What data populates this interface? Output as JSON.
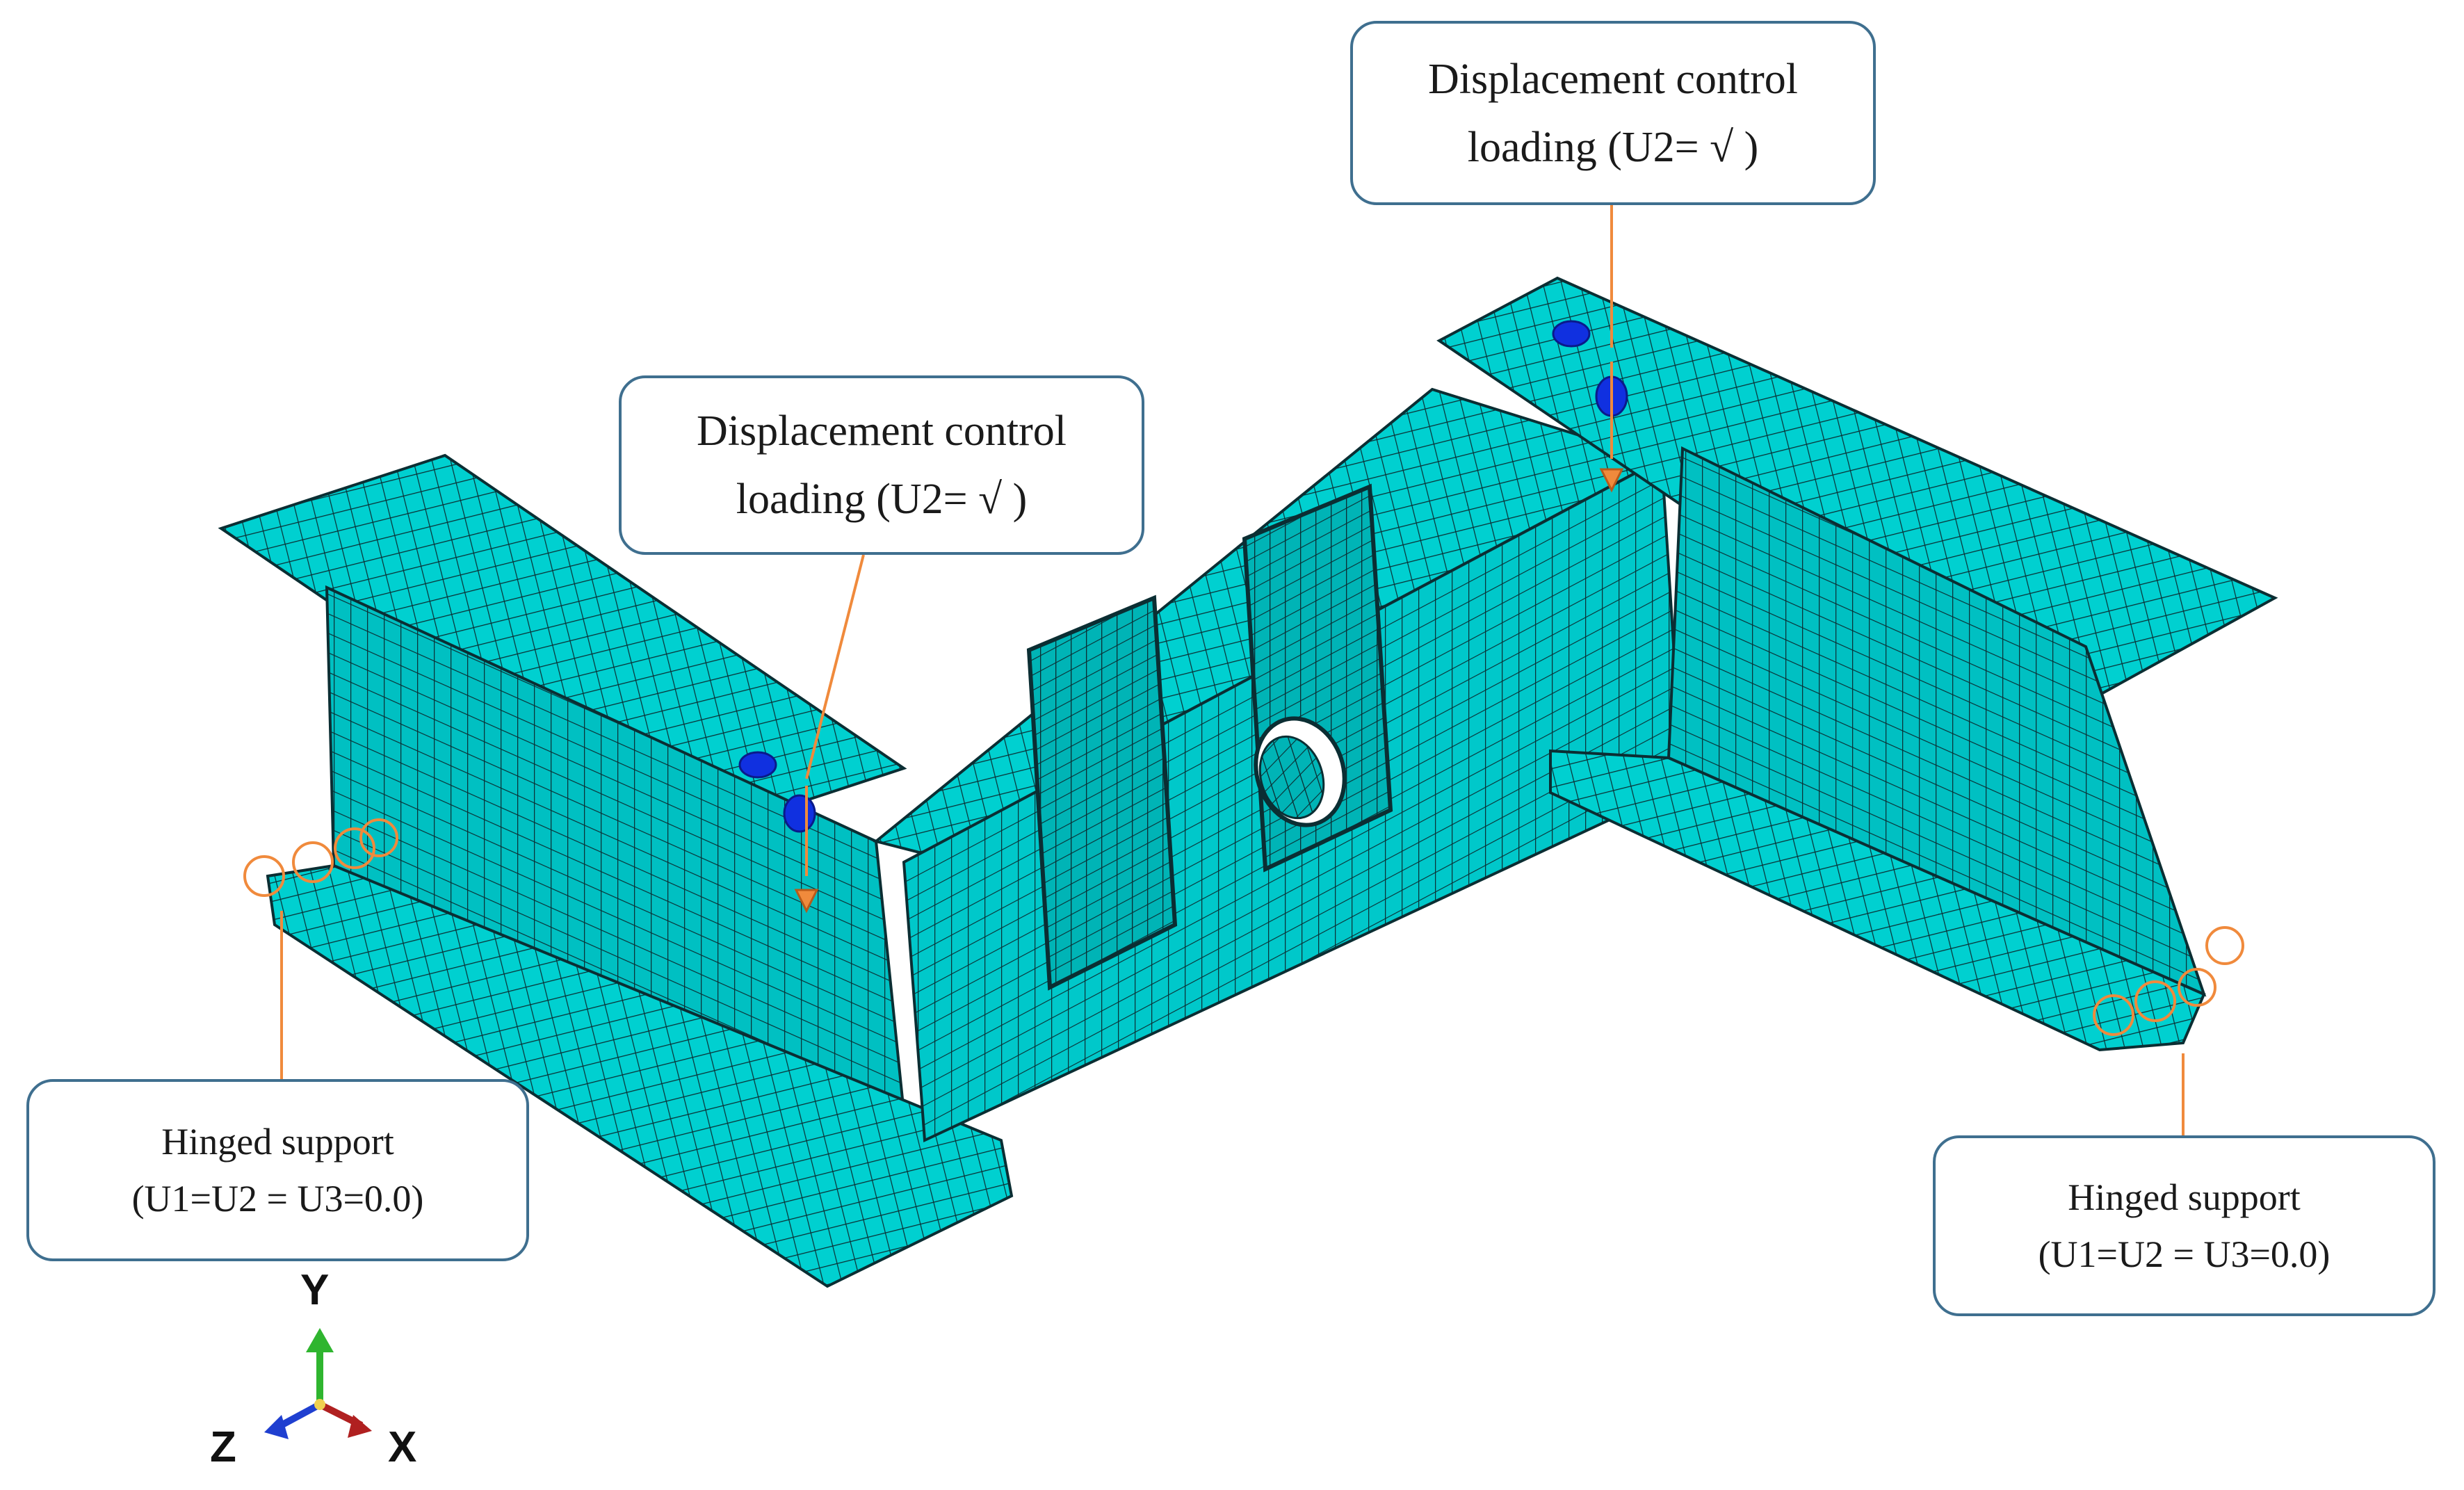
{
  "callouts": {
    "loading_top_right": {
      "line1": "Displacement control",
      "line2": "loading (U2= √ )"
    },
    "loading_mid": {
      "line1": "Displacement control",
      "line2": "loading (U2= √ )"
    },
    "support_left": {
      "line1": "Hinged support",
      "line2": "(U1=U2 = U3=0.0)"
    },
    "support_right": {
      "line1": "Hinged support",
      "line2": "(U1=U2 = U3=0.0)"
    }
  },
  "triad": {
    "y": "Y",
    "z": "Z",
    "x": "X"
  },
  "colors": {
    "mesh_fill": "#00d4d4",
    "mesh_fill_dark": "#00aeb0",
    "mesh_line": "#0b2e33",
    "boundary_symbol": "#f08a3c",
    "load_symbol": "#1030e0",
    "callout_border": "#3f6f8f",
    "axis_y": "#2fb52f",
    "axis_z": "#1f3fd0",
    "axis_x": "#b02020"
  }
}
